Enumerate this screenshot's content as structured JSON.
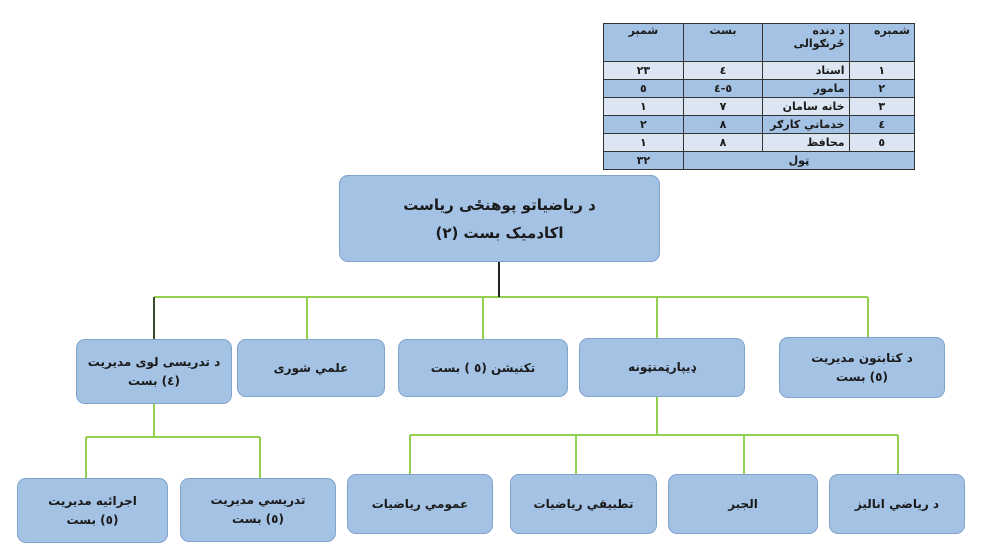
{
  "staff_table": {
    "headers": {
      "no": "شمېره",
      "job": "د دنده ځرنګوالی",
      "grade": "بست",
      "count": "شمېر"
    },
    "rows": [
      {
        "no": "۱",
        "job": "استاد",
        "grade": "٤",
        "count": "۲۳"
      },
      {
        "no": "۲",
        "job": "مامور",
        "grade": "٥-٤",
        "count": "٥"
      },
      {
        "no": "۳",
        "job": "خانه سامان",
        "grade": "۷",
        "count": "۱"
      },
      {
        "no": "٤",
        "job": "خدماتي کارګر",
        "grade": "۸",
        "count": "۲"
      },
      {
        "no": "٥",
        "job": "محافظ",
        "grade": "۸",
        "count": "۱"
      }
    ],
    "total": {
      "label": "ټول",
      "count": "۳۲"
    }
  },
  "chart": {
    "root": {
      "line1": "د ریاضیاتو پوهنځی ریاست",
      "line2": "اکادمیک بست (۲)"
    },
    "level2": {
      "teaching_admin": {
        "line1": "د تدریسی لوی مدیریت",
        "line2": "(٤) بست"
      },
      "scientific_council": {
        "line1": "علمي شوری"
      },
      "technician": {
        "line1": "تکنیشن (٥ ) بست"
      },
      "departments": {
        "line1": "ډیپارټمنټونه"
      },
      "library_admin": {
        "line1": "د کتابتون مدیریت",
        "line2": "(٥) بست"
      }
    },
    "level3": {
      "executive_admin": {
        "line1": "اجرائیه مدیریت",
        "line2": "(٥) بست"
      },
      "teaching_management": {
        "line1": "تدریسي مدیریت",
        "line2": "(٥) بست"
      },
      "general_math": {
        "line1": "عمومي ریاضیات"
      },
      "applied_math": {
        "line1": "تطبیقي ریاضیات"
      },
      "algebra": {
        "line1": "الجبر"
      },
      "math_analysis": {
        "line1": "د ریاضي انالیز"
      }
    },
    "colors": {
      "box_fill": "#a4c2e4",
      "box_border": "#7fa4cc",
      "connector": "#92d050"
    }
  }
}
